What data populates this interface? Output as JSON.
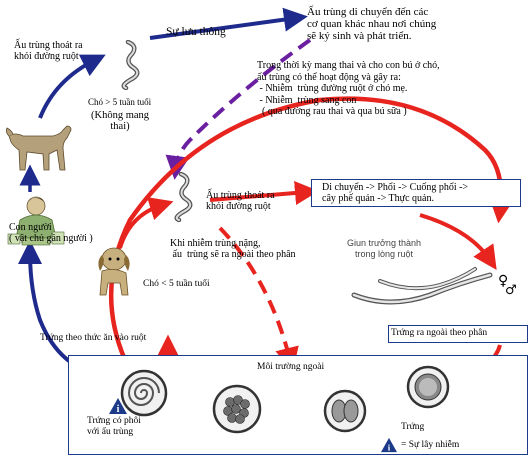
{
  "labels": {
    "su_luu_thong": "Sự lưu thông",
    "au_trung_di_chuyen": "Ấu trùng di chuyển đến các\ncơ quan khác nhau nơi chúng\nsẽ ký sinh và phát triển.",
    "au_trung_thoat_ra_top": "Ấu trùng thoát ra\nkhỏi đường ruột",
    "cho_tren_5": "Chó > 5 tuần tuổi",
    "khong_mang_thai": "(Không mang\nthai)",
    "mang_thai_note": "Trong thời kỳ mang thai và cho con bú ở chó,\nấu trùng có thể hoạt động và gây ra:\n - Nhiễm  trùng đường ruột ở chó mẹ.\n - Nhiễm  trùng sang con\n  ( qua đường rau thai và qua bú sữa )",
    "con_nguoi": "Con người\n( vật chủ gần người )",
    "au_trung_thoat_ra_mid": "Ấu trùng thoát ra\nkhỏi đường ruột",
    "di_chuyen": "Di chuyển -> Phổi -> Cuống phổi ->\ncây phế quản -> Thực quản.",
    "khi_nhiem": "Khi nhiễm trùng nặng,\n ấu  trùng sẽ ra ngoài theo phân",
    "giun_truong_thanh": "Giun trưởng thành\ntrong lòng ruột",
    "cho_duoi_5": "Chó < 5 tuần tuổi",
    "trung_theo_thuc_an": "Trứng theo thức ăn vào ruột",
    "trung_ra_ngoai": "Trứng ra ngoài theo phân",
    "moi_truong_ngoai": "Môi trường ngoài",
    "trung_co_phoi": "Trứng có phôi\nvới ấu trùng",
    "trung": "Trứng",
    "su_lay_nhiem": "= Sự lây nhiễm",
    "info_glyph": "i",
    "female_symbol": "♀",
    "male_symbol": "♂"
  },
  "colors": {
    "red_arrow": "#e8241f",
    "blue_arrow": "#1e2a8c",
    "purple_dashed": "#6a1fa0",
    "infection_icon": "#1d3a8a",
    "box_border": "#1d3a8a"
  },
  "icons": [
    "dog-adult-icon",
    "puppy-icon",
    "person-icon",
    "larva-icon",
    "adult-worms-icon",
    "egg-embryonated-icon",
    "egg-icon",
    "infection-triangle-icon"
  ]
}
